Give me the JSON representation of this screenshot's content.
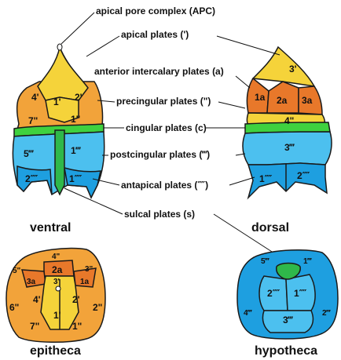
{
  "colors": {
    "apical": "#f5d33a",
    "precingular": "#f2a33a",
    "intercalary": "#e8782a",
    "cingular": "#3fd13f",
    "sulcal": "#2fb84a",
    "postcingular": "#4cc0ef",
    "antapical": "#1e9fe0",
    "outline": "#1a1a1a"
  },
  "callouts": {
    "apc": "apical pore complex (APC)",
    "apical": "apical plates (')",
    "anterior_intercalary": "anterior intercalary plates (a)",
    "precingular": "precingular plates (\")",
    "cingular": "cingular plates (c)",
    "postcingular": "postcingular plates (‴)",
    "antapical": "antapical plates (⁗)",
    "sulcal": "sulcal plates (s)"
  },
  "captions": {
    "ventral": "ventral",
    "dorsal": "dorsal",
    "epitheca": "epitheca",
    "hypotheca": "hypotheca"
  },
  "ventral_plates": {
    "p4a": "4'",
    "p1a": "1'",
    "p2a": "2'",
    "p7pc": "7\"",
    "p1pc": "1\"",
    "p5po": "5‴",
    "p1po": "1‴",
    "p2an": "2⁗",
    "p1an": "1⁗"
  },
  "dorsal_plates": {
    "p3a": "3'",
    "i1a": "1a",
    "i2a": "2a",
    "i3a": "3a",
    "p4pc": "4\"",
    "p3po": "3‴",
    "p1an": "1⁗",
    "p2an": "2⁗"
  },
  "epitheca_plates": {
    "p4pc": "4\"",
    "i2a": "2a",
    "p5pc": "5\"",
    "p3pc": "3\"",
    "i3a": "3a",
    "p3a": "3'",
    "i1a": "1a",
    "p6pc": "6\"",
    "p4a": "4'",
    "p2a": "2'",
    "p2pc": "2\"",
    "p1a": "1'",
    "p7pc": "7\"",
    "p1pc": "1\""
  },
  "hypotheca_plates": {
    "p5po": "5‴",
    "p1po": "1‴",
    "p2an": "2⁗",
    "p1an": "1⁗",
    "p4po": "4‴",
    "p3po": "3‴",
    "p2po": "2‴"
  }
}
